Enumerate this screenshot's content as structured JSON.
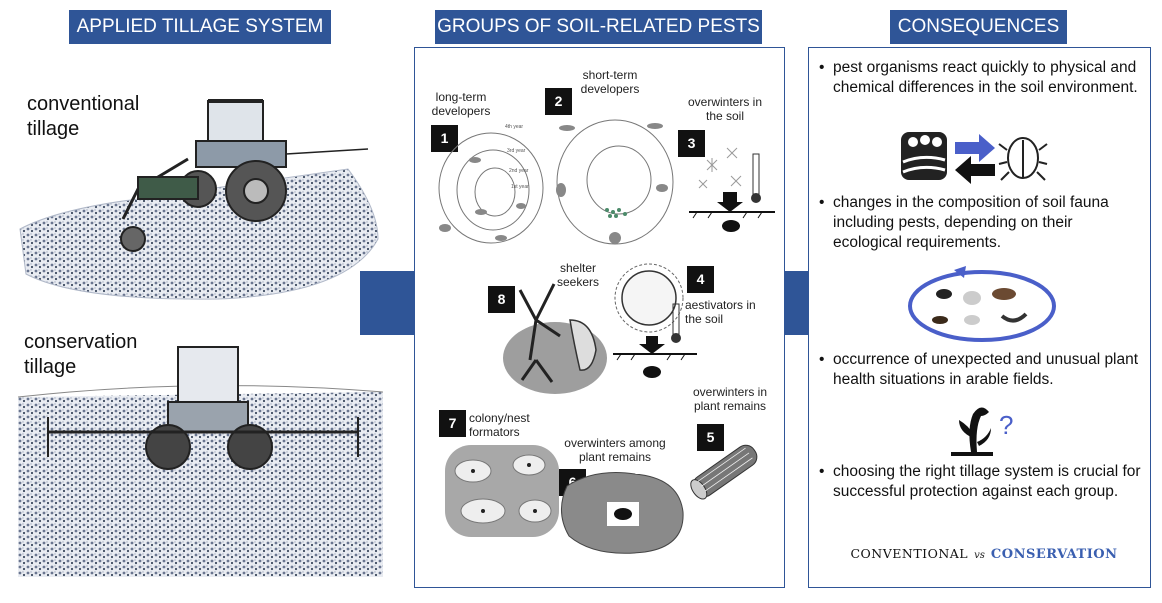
{
  "headers": {
    "left": "APPLIED TILLAGE SYSTEM",
    "middle": "GROUPS OF SOIL-RELATED PESTS",
    "right": "CONSEQUENCES"
  },
  "tillage": {
    "conventional": "conventional tillage",
    "conservation": "conservation tillage"
  },
  "groups": [
    {
      "num": "1",
      "label": "long-term developers"
    },
    {
      "num": "2",
      "label": "short-term developers"
    },
    {
      "num": "3",
      "label": "overwinters in the soil"
    },
    {
      "num": "4",
      "label": "aestivators in the soil"
    },
    {
      "num": "5",
      "label": "overwinters in plant remains"
    },
    {
      "num": "6",
      "label": "overwinters among plant remains"
    },
    {
      "num": "7",
      "label": "colony/nest formators"
    },
    {
      "num": "8",
      "label": "shelter seekers"
    }
  ],
  "cycle_labels": {
    "year_1": "1st year",
    "year_2": "2nd year",
    "year_3": "3rd year",
    "year_4": "4th year"
  },
  "consequences": [
    "pest organisms react quickly to physical and chemical differences in the soil environment.",
    "changes in the composition of soil fauna including pests, depending on their ecological requirements.",
    "occurrence of unexpected and unusual plant health situations in arable fields.",
    "choosing the right tillage system is crucial for successful protection against each group."
  ],
  "footer": {
    "conventional": "CONVENTIONAL",
    "vs": "vs",
    "conservation": "CONSERVATION"
  },
  "question_mark": "?",
  "bullet_char": "•",
  "colors": {
    "header_bg": "#2f5597",
    "arrow": "#2f5597",
    "cycle_arrow": "#4a5fc9",
    "badge": "#111111"
  },
  "icons": [
    "tractor-icon",
    "field-trees-icon",
    "beetle-icon",
    "snowflake-icon",
    "thermometer-icon",
    "sun-icon",
    "plant-icon"
  ]
}
